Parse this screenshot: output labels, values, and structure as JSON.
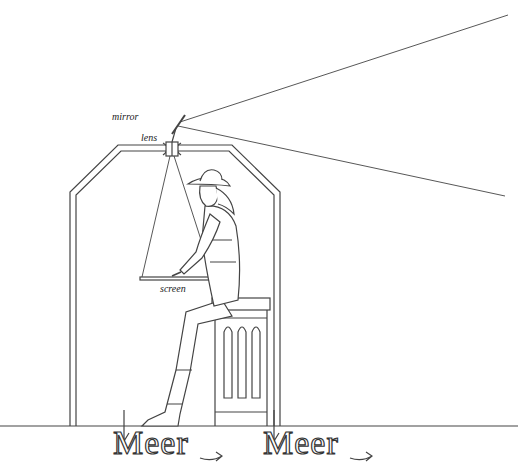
{
  "diagram": {
    "labels": [
      "mirror",
      "lens",
      "screen",
      "Meer",
      "Meer"
    ]
  }
}
